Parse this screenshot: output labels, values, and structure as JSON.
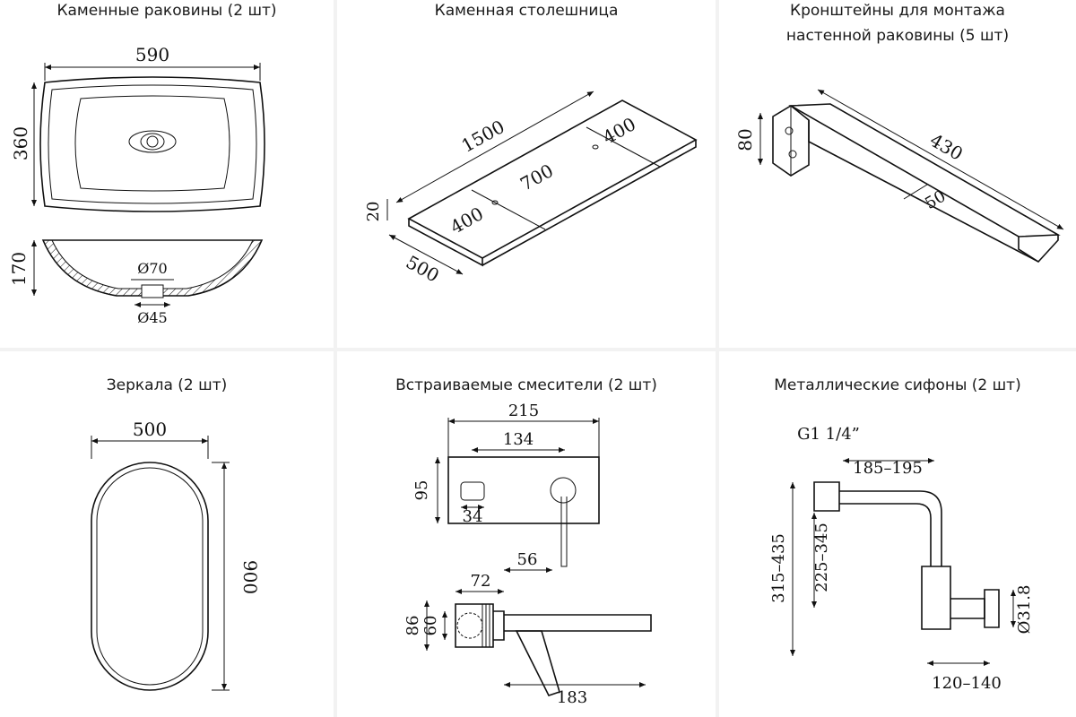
{
  "panels": {
    "sinks": {
      "title": "Каменные раковины (2 шт)",
      "dims": {
        "width": "590",
        "height": "360",
        "depth": "170",
        "d1": "Ø70",
        "d2": "Ø45"
      }
    },
    "countertop": {
      "title": "Каменная столешница",
      "dims": {
        "length": "1500",
        "width": "500",
        "thickness": "20",
        "a": "400",
        "b": "700",
        "c": "400"
      }
    },
    "brackets": {
      "title_l1": "Кронштейны для монтажа",
      "title_l2": "настенной раковины (5 шт)",
      "dims": {
        "length": "430",
        "height": "80",
        "width": "50"
      }
    },
    "mirrors": {
      "title": "Зеркала (2 шт)",
      "dims": {
        "width": "500",
        "height": "900"
      }
    },
    "mixers": {
      "title": "Встраиваемые смесители (2 шт)",
      "dims": {
        "w": "215",
        "inner": "134",
        "h": "95",
        "knob": "34",
        "a": "56",
        "b": "72",
        "c": "86",
        "d": "60",
        "spout": "183"
      }
    },
    "siphons": {
      "title": "Металлические сифоны (2 шт)",
      "dims": {
        "thread": "G1 1/4”",
        "horiz": "185–195",
        "h1": "315–435",
        "h2": "225–345",
        "pipe": "Ø31.8",
        "bottom": "120–140"
      }
    }
  },
  "colors": {
    "background": "#ffffff",
    "gap": "#f2f2f2",
    "line": "#111111"
  }
}
